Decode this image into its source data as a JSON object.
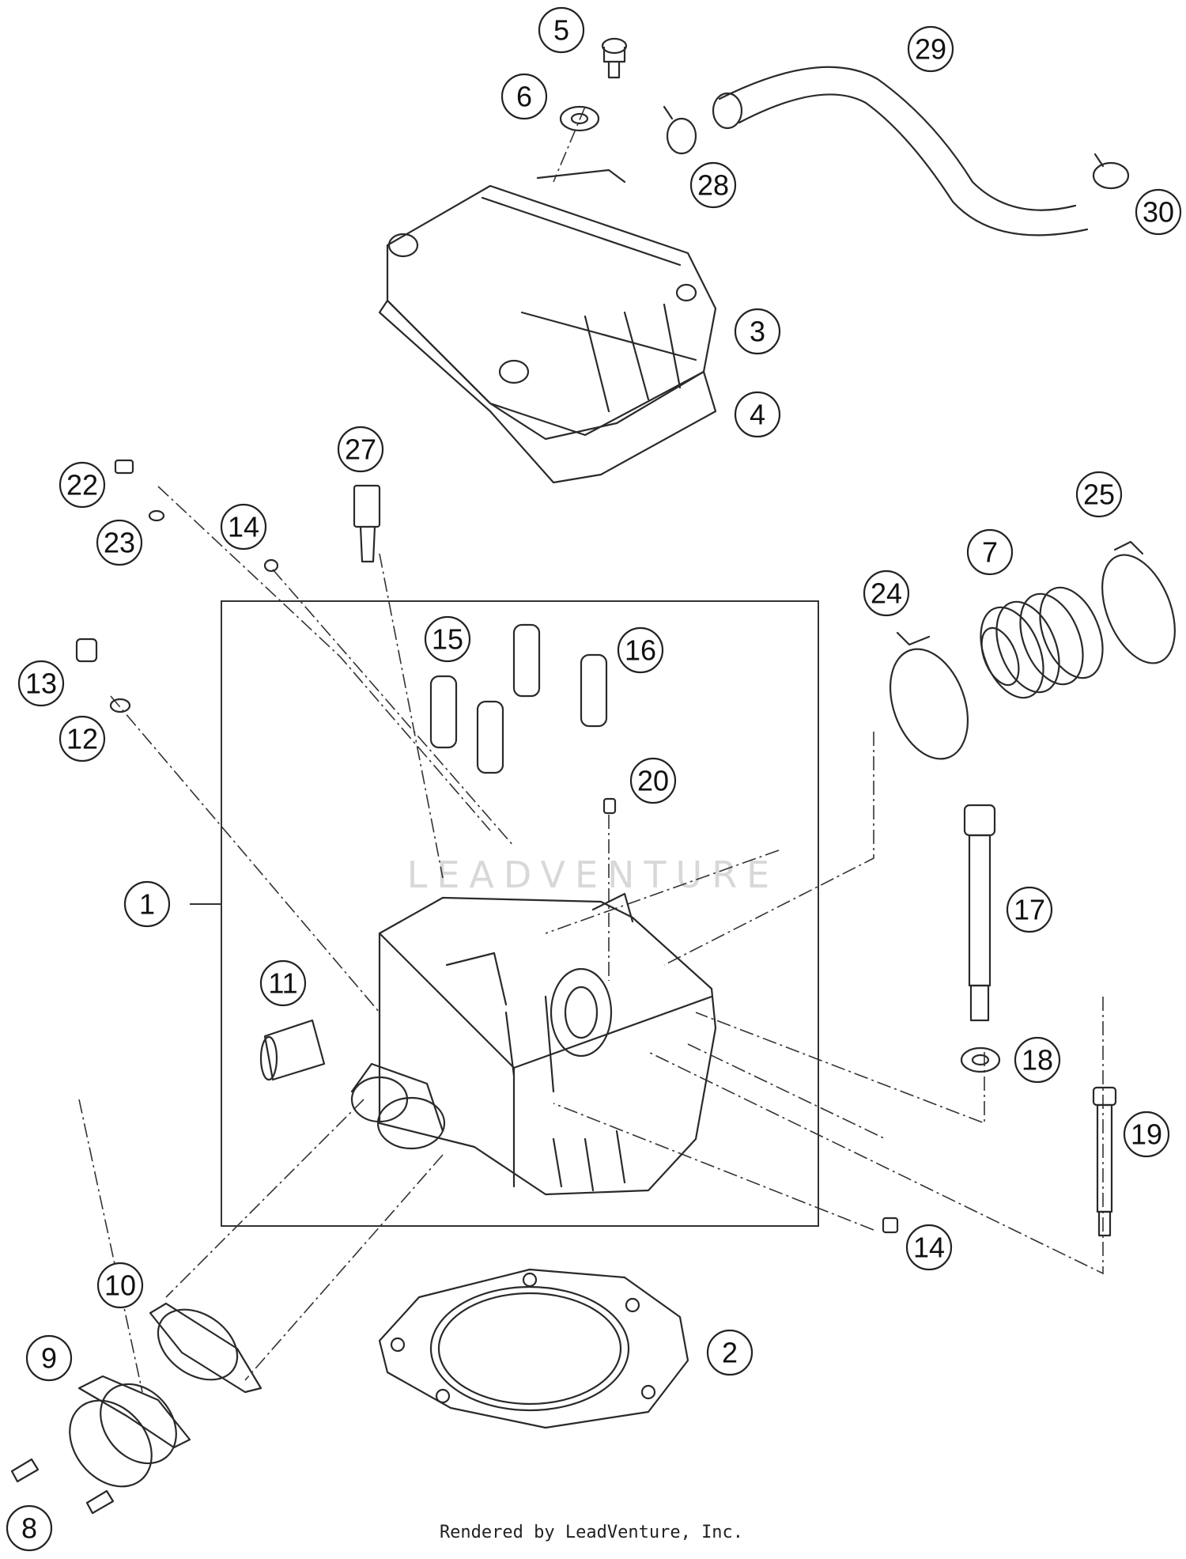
{
  "watermark": "LEADVENTURE",
  "credit": "Rendered by LeadVenture, Inc.",
  "callouts": [
    "5",
    "6",
    "29",
    "28",
    "30",
    "3",
    "4",
    "27",
    "22",
    "23",
    "14",
    "25",
    "7",
    "24",
    "15",
    "16",
    "13",
    "12",
    "20",
    "1",
    "17",
    "11",
    "18",
    "19",
    "14",
    "10",
    "2",
    "9",
    "8"
  ]
}
